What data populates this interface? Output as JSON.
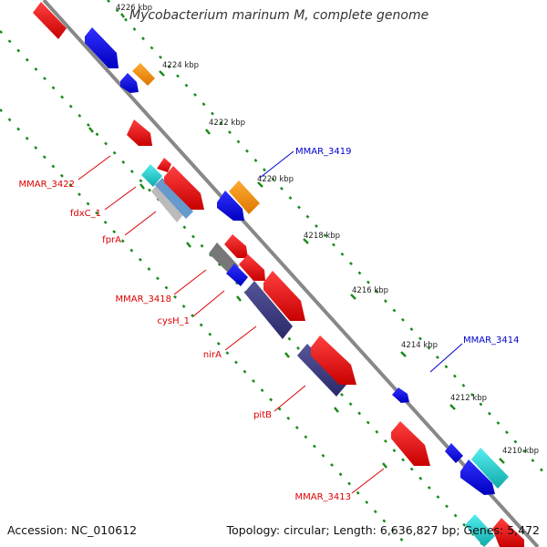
{
  "title": "Mycobacterium marinum M, complete genome",
  "footer": {
    "accession": "Accession: NC_010612",
    "summary": "Topology: circular; Length: 6,636,827 bp; Genes: 5,472"
  },
  "ticks": [
    "4226 kbp",
    "4224 kbp",
    "4222 kbp",
    "4220 kbp",
    "4218 kbp",
    "4216 kbp",
    "4214 kbp",
    "4212 kbp",
    "4210 kbp"
  ],
  "gene_labels": [
    {
      "text": "MMAR_3422",
      "color": "#cc0000"
    },
    {
      "text": "fdxC_1",
      "color": "#cc0000"
    },
    {
      "text": "fprA",
      "color": "#cc0000"
    },
    {
      "text": "MMAR_3418",
      "color": "#cc0000"
    },
    {
      "text": "cysH_1",
      "color": "#cc0000"
    },
    {
      "text": "nirA",
      "color": "#cc0000"
    },
    {
      "text": "pitB",
      "color": "#cc0000"
    },
    {
      "text": "MMAR_3413",
      "color": "#cc0000"
    },
    {
      "text": "MMAR_3419",
      "color": "#0000cc"
    },
    {
      "text": "MMAR_3414",
      "color": "#0000cc"
    }
  ],
  "colors": {
    "backbone": "#888888",
    "dots": "#1a8a1a",
    "red": "#ee0000",
    "blue": "#0000ee",
    "orange": "#ff8800",
    "cyan": "#22cccc",
    "purple": "#3a3a88",
    "gray": "#777777",
    "lightblue": "#6699cc",
    "lightgray": "#bbbbbb"
  }
}
